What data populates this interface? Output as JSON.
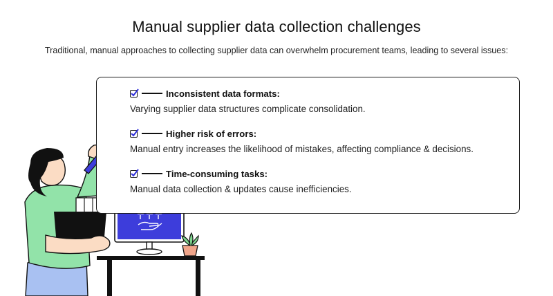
{
  "title": "Manual supplier data collection challenges",
  "subtitle": "Traditional, manual approaches to collecting supplier data can overwhelm procurement teams, leading to several issues:",
  "items": [
    {
      "title": "Inconsistent data formats:",
      "description": "Varying supplier data structures complicate consolidation."
    },
    {
      "title": "Higher risk of errors:",
      "description": "Manual entry increases the likelihood of mistakes, affecting compliance & decisions."
    },
    {
      "title": "Time-consuming tasks:",
      "description": "Manual data collection & updates cause inefficiencies."
    }
  ],
  "colors": {
    "accent_blue": "#3d3ddb",
    "shirt_green": "#92e3a9",
    "pants_blue": "#a9c1f2",
    "skin": "#fbdcc4",
    "check_blue": "#2f2fd9"
  }
}
